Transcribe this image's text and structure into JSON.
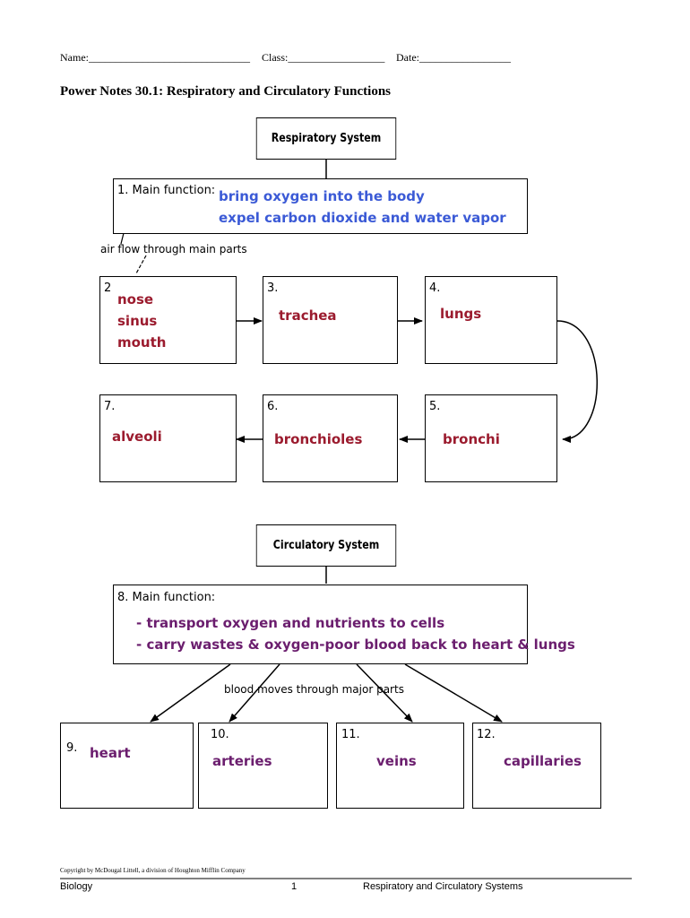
{
  "header": {
    "name_label": "Name:______________________________",
    "class_label": "Class:__________________",
    "date_label": "Date:_________________"
  },
  "title": "Power Notes 30.1: Respiratory and Circulatory Functions",
  "respiratory": {
    "system_title": "Respiratory System",
    "main_function_label": "1. Main function:",
    "main_function_lines": [
      "bring oxygen into the body",
      "expel carbon dioxide and water vapor"
    ],
    "flow_label": "air flow through main parts",
    "boxes": [
      {
        "num": "2",
        "lines": [
          "nose",
          "sinus",
          "mouth"
        ]
      },
      {
        "num": "3.",
        "lines": [
          "trachea"
        ]
      },
      {
        "num": "4.",
        "lines": [
          "lungs"
        ]
      },
      {
        "num": "5.",
        "lines": [
          "bronchi"
        ]
      },
      {
        "num": "6.",
        "lines": [
          "bronchioles"
        ]
      },
      {
        "num": "7.",
        "lines": [
          "alveoli"
        ]
      }
    ]
  },
  "circulatory": {
    "system_title": "Circulatory System",
    "main_function_label": "8. Main function:",
    "main_function_lines": [
      "- transport oxygen and nutrients to cells",
      "- carry wastes & oxygen-poor blood back to heart  & lungs"
    ],
    "flow_label": "blood moves through major parts",
    "boxes": [
      {
        "num": "9.",
        "lines": [
          "heart"
        ]
      },
      {
        "num": "10.",
        "lines": [
          "arteries"
        ]
      },
      {
        "num": "11.",
        "lines": [
          "veins"
        ]
      },
      {
        "num": "12.",
        "lines": [
          "capillaries"
        ]
      }
    ]
  },
  "footer": {
    "copyright": "Copyright by McDougal Littell, a division of Houghton Mifflin Company",
    "subject": "Biology",
    "page": "1",
    "chapter": "Respiratory and Circulatory Systems"
  }
}
